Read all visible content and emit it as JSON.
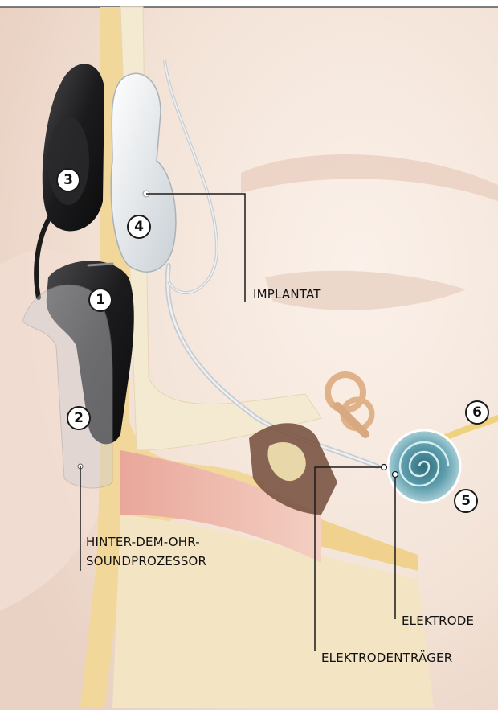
{
  "labels": {
    "implantat": "IMPLANTAT",
    "soundprozessor_line1": "HINTER-DEM-OHR-",
    "soundprozessor_line2": "SOUNDPROZESSOR",
    "elektrode": "ELEKTRODE",
    "elektrodentraeger": "ELEKTRODENTRÄGER"
  },
  "markers": [
    "1",
    "2",
    "3",
    "4",
    "5",
    "6"
  ],
  "colors": {
    "skin": "#f3e2d6",
    "fat": "#f2d79a",
    "bone": "#f4ead2",
    "processor": "#1e1e20",
    "implant": "#eef1f4",
    "cochlea": "#6aa3b0"
  }
}
